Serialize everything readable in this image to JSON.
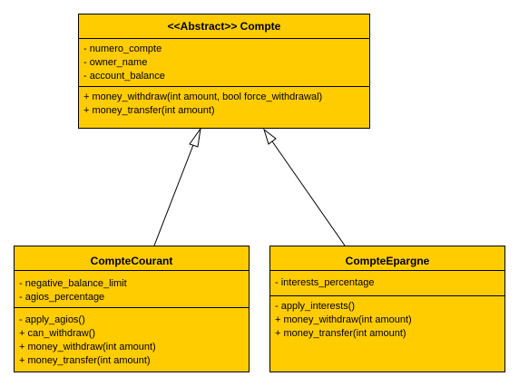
{
  "colors": {
    "class_fill": "#ffcc00",
    "line": "#000000",
    "arrowhead_fill": "#ffffff"
  },
  "classes": {
    "compte": {
      "name": "<<Abstract>> Compte",
      "attributes": [
        "- numero_compte",
        "- owner_name",
        "- account_balance"
      ],
      "methods": [
        "+ money_withdraw(int amount, bool force_withdrawal)",
        "+ money_transfer(int amount)"
      ]
    },
    "compte_courant": {
      "name": "CompteCourant",
      "attributes": [
        "- negative_balance_limit",
        "- agios_percentage"
      ],
      "methods": [
        "- apply_agios()",
        "+ can_withdraw()",
        "+ money_withdraw(int amount)",
        "+ money_transfer(int amount)"
      ]
    },
    "compte_epargne": {
      "name": "CompteEpargne",
      "attributes": [
        "- interests_percentage"
      ],
      "methods": [
        "- apply_interests()",
        "+ money_withdraw(int amount)",
        "+ money_transfer(int amount)"
      ]
    }
  },
  "relations": [
    {
      "type": "generalization",
      "from": "CompteCourant",
      "to": "<<Abstract>> Compte"
    },
    {
      "type": "generalization",
      "from": "CompteEpargne",
      "to": "<<Abstract>> Compte"
    }
  ]
}
